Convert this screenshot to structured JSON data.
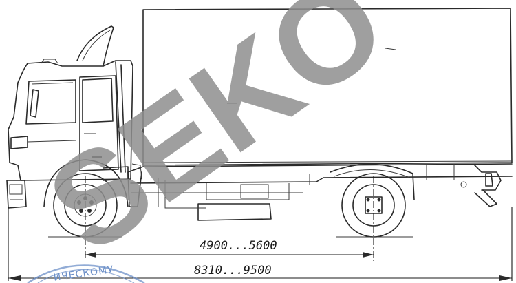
{
  "dimensions": {
    "wheelbase": "4900...5600",
    "overall_length": "8310...9500"
  },
  "watermark": {
    "text": "SEKO",
    "color": "#8e8e8e"
  },
  "stamp": {
    "text": "ИЧЕСКОМУ",
    "color": "#6d90c8"
  },
  "colors": {
    "line": "#2a2a2a",
    "background": "#ffffff"
  }
}
